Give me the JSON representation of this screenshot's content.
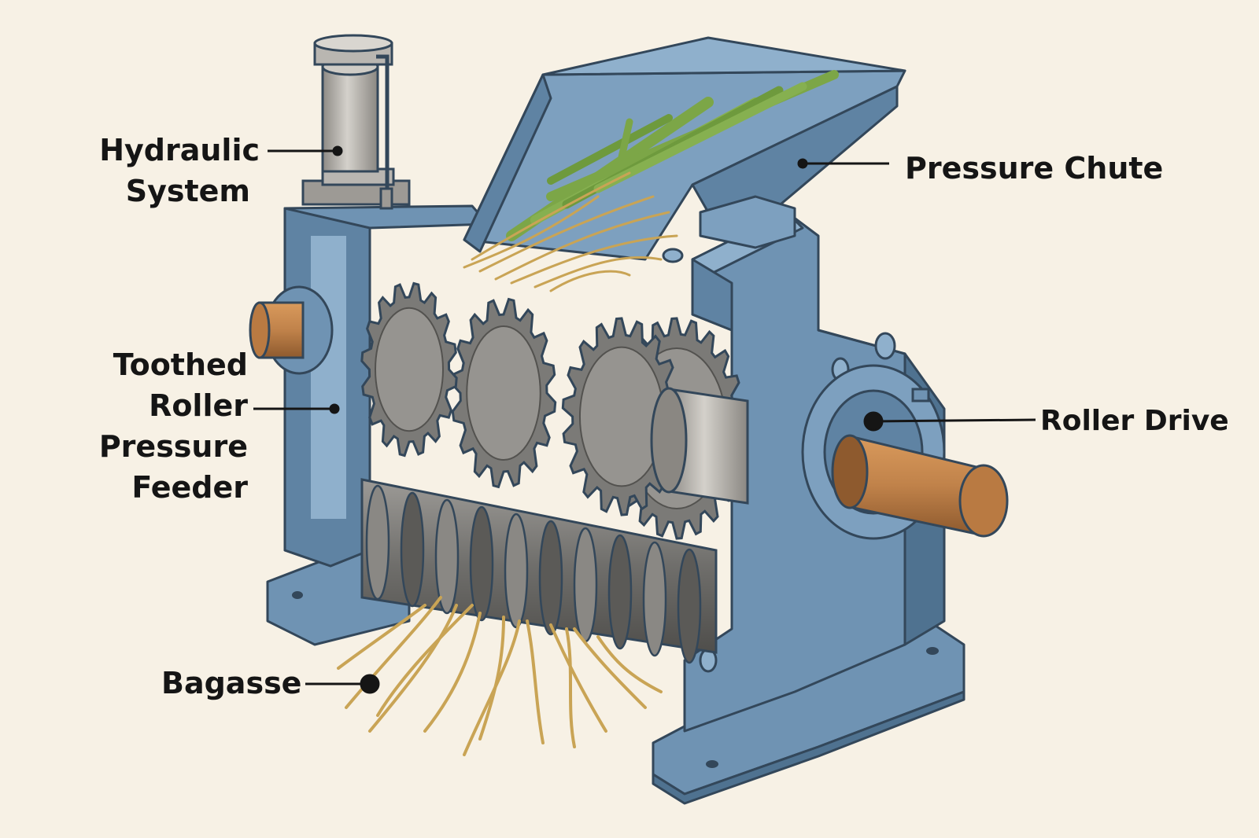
{
  "labels": {
    "hydraulic": [
      "Hydraulic",
      "System"
    ],
    "chute": "Pressure Chute",
    "feeder": [
      "Toothed",
      "Roller",
      "Pressure",
      "Feeder"
    ],
    "drive": "Roller Drive",
    "bagasse": "Bagasse"
  },
  "colors": {
    "background": "#f7f1e5",
    "frame": "#6f93b3",
    "frame_dark": "#4f7290",
    "frame_light": "#8fb0cc",
    "outline": "#33475a",
    "roller": "#7b7a77",
    "roller_dark": "#53524f",
    "roller_light": "#a3a19d",
    "shaft": "#c0824a",
    "shaft_dark": "#8e5a2e",
    "cane": "#7ca647",
    "fiber": "#d9b66a",
    "cylinder": "#b9b6b1",
    "label_text": "#151515"
  },
  "icons": [
    "hydraulic-cylinder-icon",
    "shaft-icon",
    "gear-icon",
    "cane-icon",
    "fiber-icon"
  ]
}
